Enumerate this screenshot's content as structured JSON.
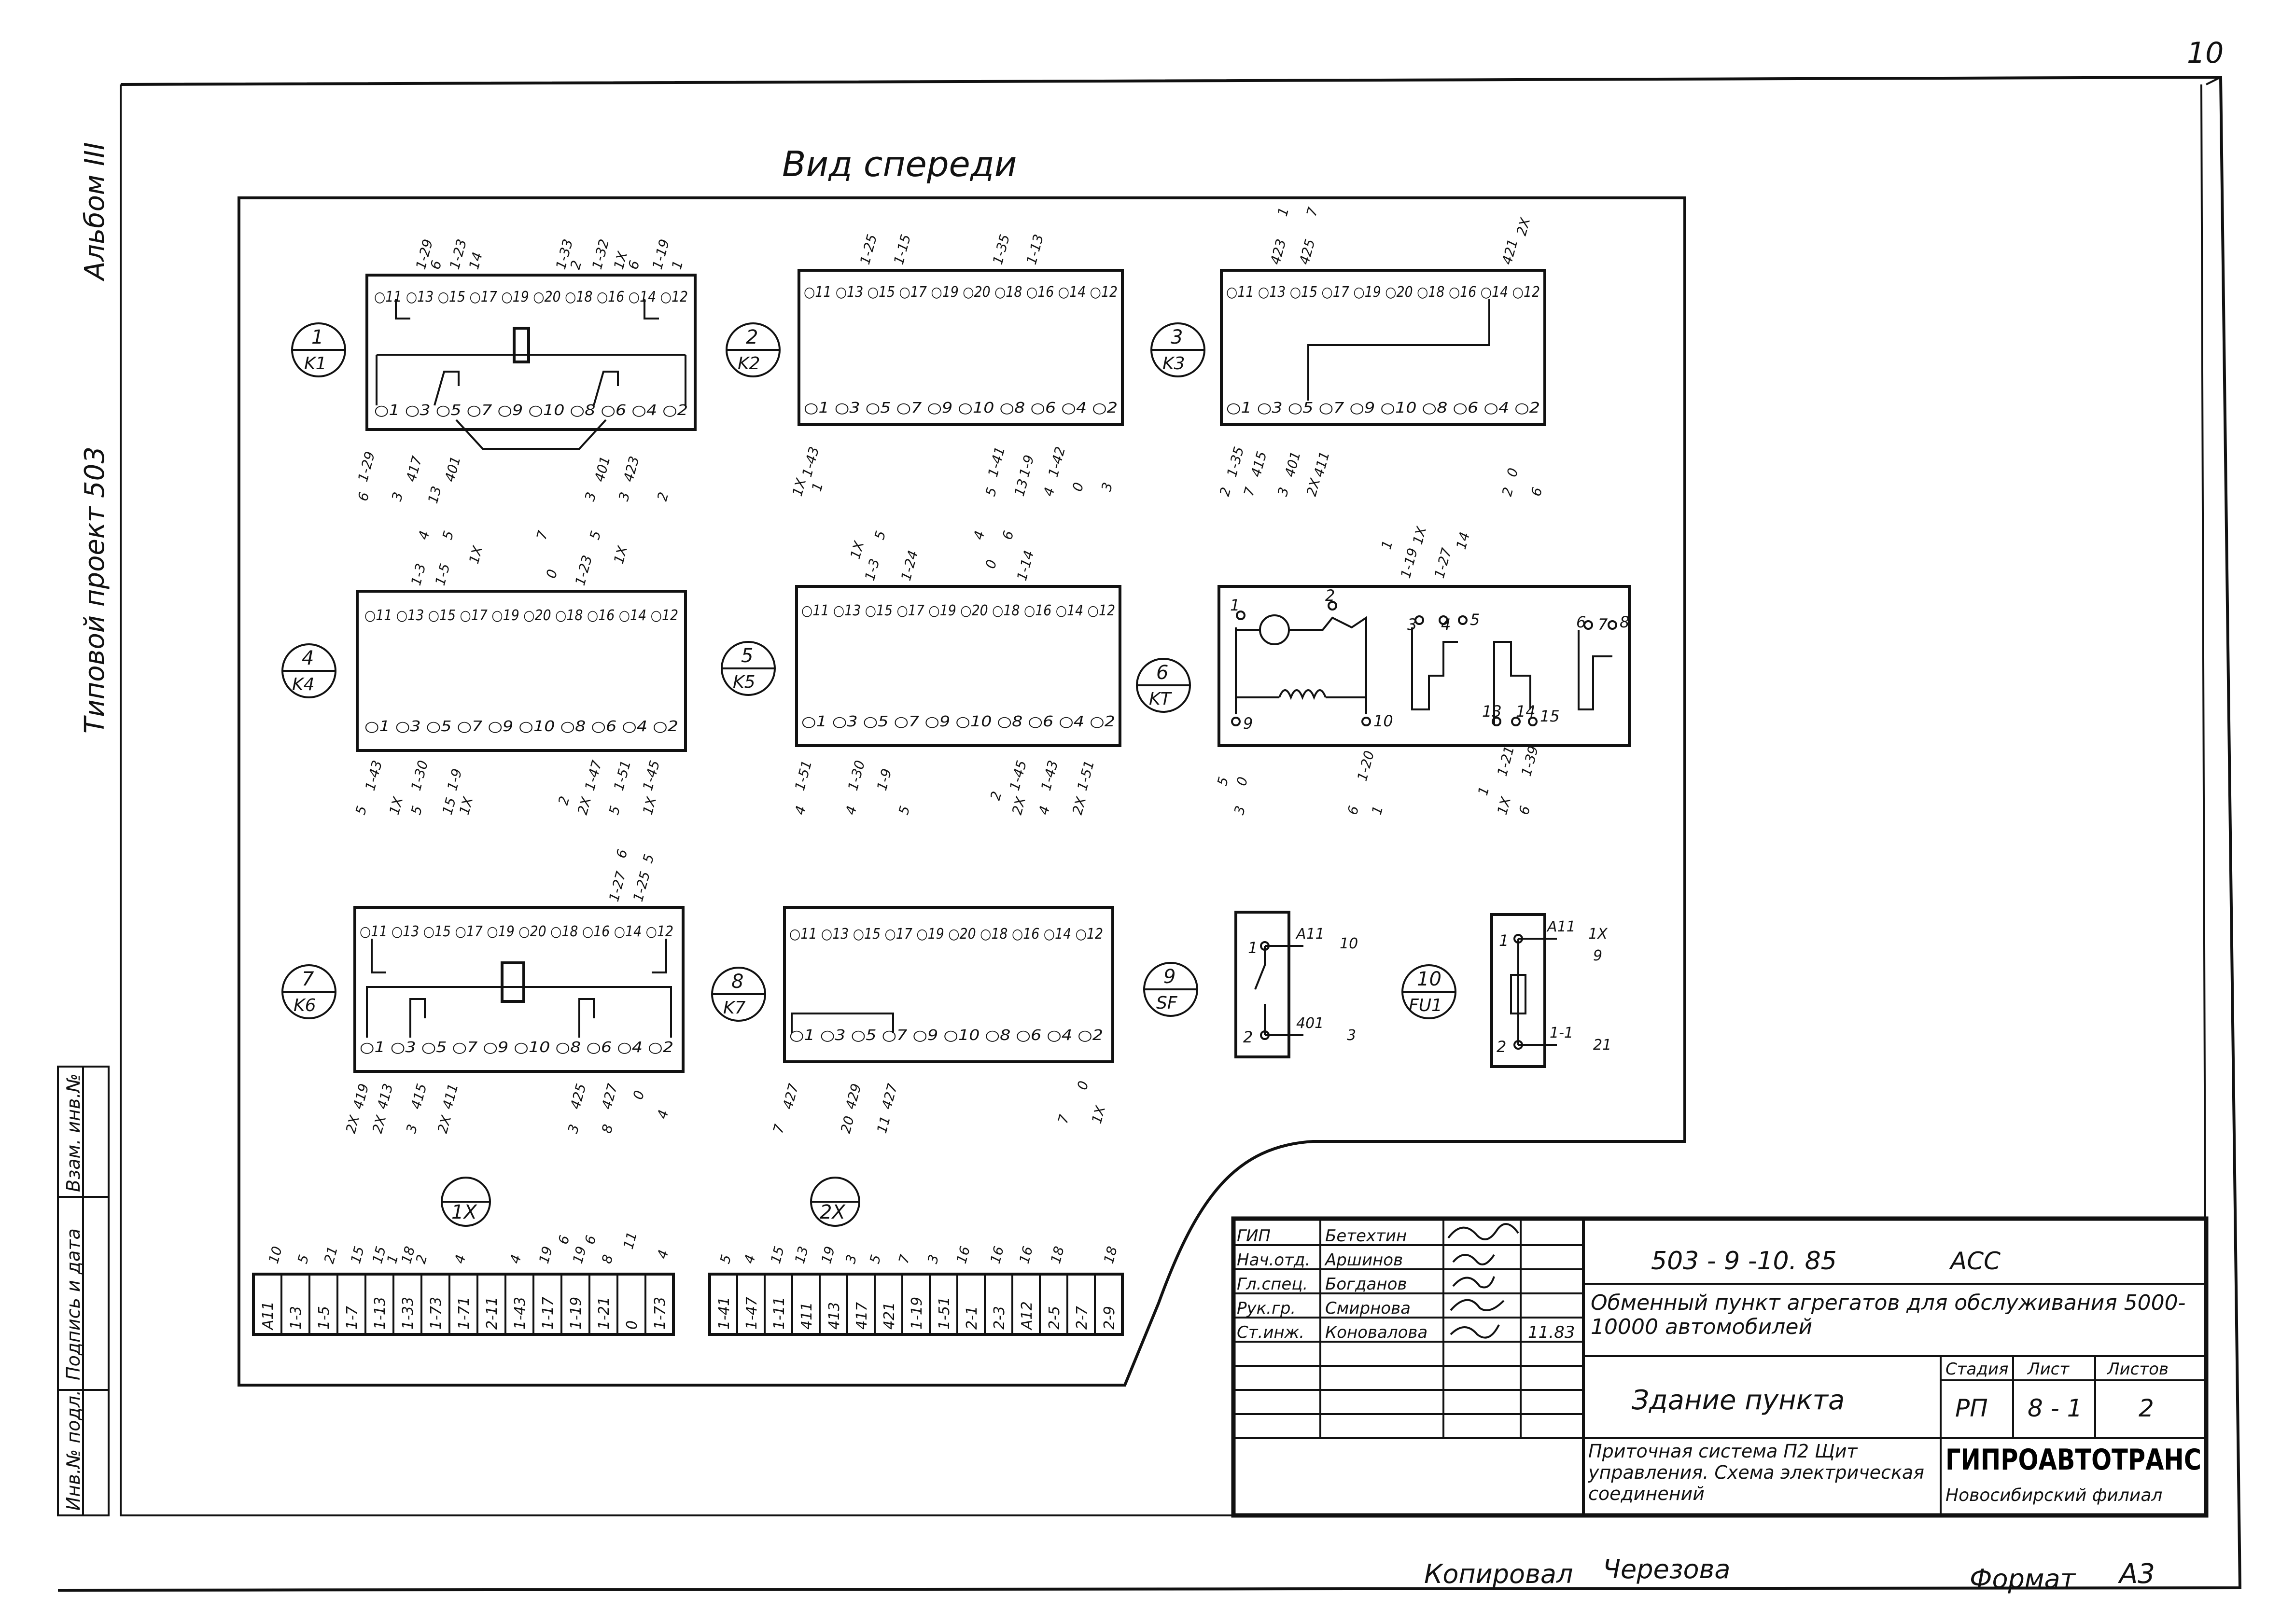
{
  "page_number": "10",
  "view_title": "Вид спереди",
  "side_labels": {
    "album": "Альбом III",
    "project": "Типовой проект 503",
    "stamp_vzam": "Взам. инв.№",
    "stamp_podpis": "Подпись и дата",
    "stamp_inv": "Инв.№ подл."
  },
  "devices": [
    {
      "id": "d1",
      "num": "1",
      "code": "K1",
      "top_terms": "○11 ○13 ○15 ○17 ○19 ○20 ○18 ○16 ○14 ○12",
      "bottom_terms": "○1 ○3 ○5 ○7 ○9 ○10 ○8 ○6 ○4 ○2",
      "top_wires": [
        "1-29",
        "6",
        "1-23",
        "14",
        "1-33",
        "2",
        "1-32",
        "1X",
        "6",
        "1-19",
        "1"
      ],
      "bottom_wires": [
        "1-29",
        "6",
        "417",
        "3",
        "401",
        "13",
        "401",
        "3",
        "423",
        "3",
        "2"
      ]
    },
    {
      "id": "d2",
      "num": "2",
      "code": "K2",
      "top_terms": "○11 ○13 ○15 ○17 ○19 ○20 ○18 ○16 ○14 ○12",
      "bottom_terms": "○1 ○3 ○5 ○7 ○9 ○10 ○8 ○6 ○4 ○2",
      "top_wires": [
        "1-25",
        "1-15",
        "1-35",
        "1-13"
      ],
      "bottom_wires": [
        "1-43",
        "1X",
        "1",
        "1-41",
        "5",
        "1-9",
        "13",
        "1-42",
        "4",
        "0",
        "3"
      ]
    },
    {
      "id": "d3",
      "num": "3",
      "code": "K3",
      "top_terms": "○11 ○13 ○15 ○17 ○19 ○20 ○18 ○16 ○14 ○12",
      "bottom_terms": "○1 ○3 ○5 ○7 ○9 ○10 ○8 ○6 ○4 ○2",
      "top_wires": [
        "423",
        "1",
        "425",
        "7",
        "421",
        "2X"
      ],
      "bottom_wires": [
        "1-35",
        "2",
        "415",
        "7",
        "401",
        "3",
        "411",
        "2X",
        "0",
        "2",
        "6"
      ]
    },
    {
      "id": "d4",
      "num": "4",
      "code": "K4",
      "top_terms": "○11 ○13 ○15 ○17 ○19 ○20 ○18 ○16 ○14 ○12",
      "bottom_terms": "○1 ○3 ○5 ○7 ○9 ○10 ○8 ○6 ○4 ○2",
      "top_wires": [
        "1-3",
        "4",
        "1-5",
        "5",
        "1X",
        "7",
        "0",
        "1-23",
        "5",
        "1X"
      ],
      "bottom_wires": [
        "1-43",
        "5",
        "1X",
        "1-30",
        "5",
        "1-9",
        "15",
        "1X",
        "2",
        "1-47",
        "2X",
        "1-51",
        "5",
        "1-45",
        "1X"
      ]
    },
    {
      "id": "d5",
      "num": "5",
      "code": "K5",
      "top_terms": "○11 ○13 ○15 ○17 ○19 ○20 ○18 ○16 ○14 ○12",
      "bottom_terms": "○1 ○3 ○5 ○7 ○9 ○10 ○8 ○6 ○4 ○2",
      "top_wires": [
        "1X",
        "1-3",
        "5",
        "1-24",
        "4",
        "0",
        "6",
        "1-14"
      ],
      "bottom_wires": [
        "1-51",
        "4",
        "1-30",
        "4",
        "1-9",
        "5",
        "2",
        "1-45",
        "2X",
        "1-43",
        "4",
        "2X",
        "1-51"
      ]
    },
    {
      "id": "d6",
      "num": "6",
      "code": "KT",
      "terms": [
        "1",
        "2",
        "3",
        "4",
        "5",
        "6",
        "7",
        "8",
        "9",
        "10",
        "13",
        "14",
        "15"
      ],
      "top_wires": [
        "1",
        "1-19",
        "1X",
        "1-27",
        "14"
      ],
      "bottom_wires": [
        "5",
        "0",
        "3",
        "1-20",
        "6",
        "1",
        "1",
        "1-21",
        "1X",
        "1-39",
        "6"
      ]
    },
    {
      "id": "d7",
      "num": "7",
      "code": "K6",
      "top_terms": "○11 ○13 ○15 ○17 ○19 ○20 ○18 ○16 ○14 ○12",
      "bottom_terms": "○1 ○3 ○5 ○7 ○9 ○10 ○8 ○6 ○4 ○2",
      "top_wires": [
        "1-27",
        "6",
        "1-25",
        "5"
      ],
      "bottom_wires": [
        "419",
        "2X",
        "413",
        "2X",
        "415",
        "3",
        "411",
        "2X",
        "425",
        "3",
        "427",
        "8",
        "0",
        "4"
      ]
    },
    {
      "id": "d8",
      "num": "8",
      "code": "K7",
      "top_terms": "○11 ○13 ○15 ○17 ○19 ○20 ○18 ○16 ○14 ○12",
      "bottom_terms": "○1 ○3 ○5 ○7 ○9 ○10 ○8 ○6 ○4 ○2",
      "bottom_wires": [
        "427",
        "7",
        "429",
        "20",
        "427",
        "11",
        "7",
        "0",
        "1X"
      ]
    },
    {
      "id": "d9",
      "num": "9",
      "code": "SF",
      "wires": [
        "A11",
        "10",
        "401",
        "3"
      ]
    },
    {
      "id": "d10",
      "num": "10",
      "code": "FU1",
      "wires": [
        "A11",
        "1X",
        "9",
        "1-1",
        "21"
      ]
    }
  ],
  "terminal_blocks": [
    {
      "id": "1X",
      "label": "1X",
      "cells": [
        "A11",
        "1-3",
        "1-5",
        "1-7",
        "1-13",
        "1-33",
        "1-73",
        "1-71",
        "2-11",
        "1-43",
        "1-17",
        "1-19",
        "1-21",
        "0",
        "1-73"
      ],
      "wires": [
        "10",
        "5",
        "21",
        "15",
        "15",
        "1",
        "18",
        "2",
        "4",
        "4",
        "19",
        "6",
        "19",
        "6",
        "8",
        "11",
        "4"
      ]
    },
    {
      "id": "2X",
      "label": "2X",
      "cells": [
        "1-41",
        "1-47",
        "1-11",
        "411",
        "413",
        "417",
        "421",
        "1-19",
        "1-51",
        "2-1",
        "2-3",
        "A12",
        "2-5",
        "2-7",
        "2-9"
      ],
      "wires": [
        "5",
        "4",
        "15",
        "13",
        "19",
        "3",
        "5",
        "7",
        "3",
        "16",
        "16",
        "16",
        "18",
        "18"
      ]
    }
  ],
  "title_block": {
    "doc_code": "503 - 9 -10. 85",
    "mark": "АСС",
    "object_name": "Обменный пункт агрегатов для обслуживания 5000-10000 автомобилей",
    "building": "Здание пункта",
    "sheet_title": "Приточная система П2 Щит управления. Схема электрическая соединений",
    "stage_header": "Стадия",
    "sheet_header": "Лист",
    "sheets_header": "Листов",
    "stage": "РП",
    "sheet": "8 - 1",
    "sheets": "2",
    "org": "ГИПРОАВТОТРАНС",
    "branch": "Новосибирский филиал",
    "date": "11.83",
    "signatures": [
      {
        "role": "ГИП",
        "name": "Бетехтин"
      },
      {
        "role": "Нач.отд.",
        "name": "Аршинов"
      },
      {
        "role": "Гл.спец.",
        "name": "Богданов"
      },
      {
        "role": "Рук.гр.",
        "name": "Смирнова"
      },
      {
        "role": "Ст.инж.",
        "name": "Коновалова"
      }
    ]
  },
  "footer": {
    "copied_label": "Копировал",
    "copied_name": "Черезова",
    "format_label": "Формат",
    "format_value": "А3"
  }
}
